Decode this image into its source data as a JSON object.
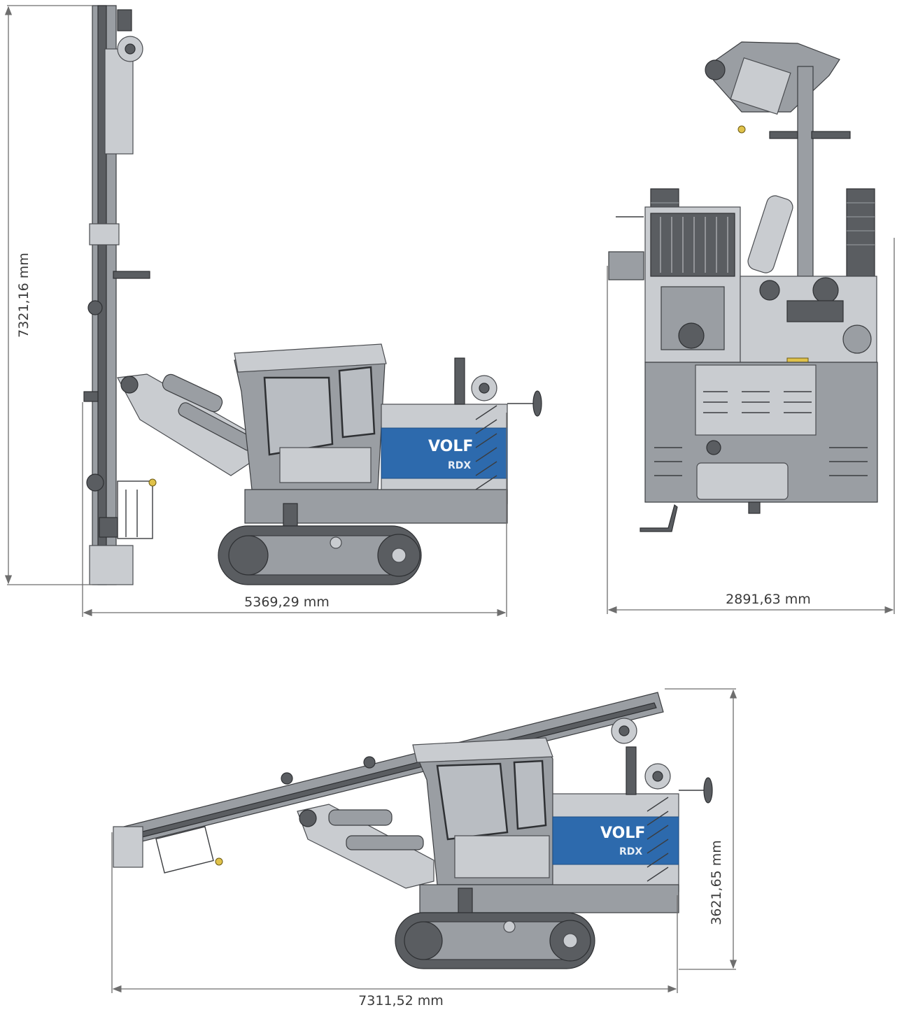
{
  "dimensions": {
    "side_height": "7321,16 mm",
    "side_length": "5369,29 mm",
    "rear_width": "2891,63 mm",
    "transport_height": "3621,65 mm",
    "transport_length": "7311,52 mm"
  },
  "branding": {
    "name": "VOLF",
    "sub": "RDX"
  },
  "colors": {
    "body": "#9a9ea3",
    "dark": "#5a5d61",
    "panel": "#2d6aad",
    "dimension_line": "#6e6e6e"
  }
}
